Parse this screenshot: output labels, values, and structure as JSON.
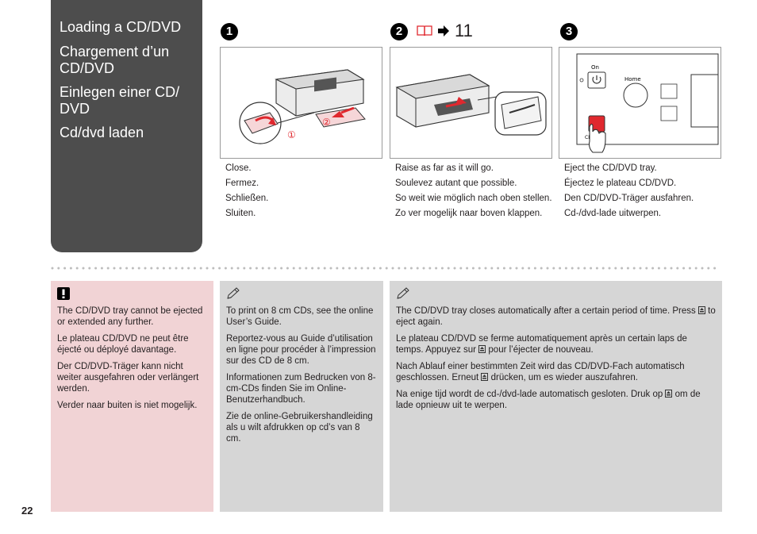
{
  "sidebar": {
    "titles": [
      "Loading a CD/DVD",
      "Chargement d’un CD/DVD",
      "Einlegen einer CD/ DVD",
      "Cd/dvd laden"
    ]
  },
  "steps": [
    {
      "number": "1",
      "captions": [
        "Close.",
        "Fermez.",
        "Schließen.",
        "Sluiten."
      ]
    },
    {
      "number": "2",
      "page_ref": "11",
      "captions": [
        "Raise as far as it will go.",
        "Soulevez autant que possible.",
        "So weit wie möglich nach oben stellen.",
        "Zo ver mogelijk naar boven klappen."
      ]
    },
    {
      "number": "3",
      "captions": [
        "Eject the CD/DVD tray.",
        "Éjectez le plateau CD/DVD.",
        "Den CD/DVD-Träger ausfahren.",
        "Cd-/dvd-lade uitwerpen."
      ]
    }
  ],
  "illustration_labels": {
    "on": "On",
    "home": "Home",
    "tray": "CD Tray",
    "circle_one": "①",
    "circle_two": "②"
  },
  "caution": {
    "icon": "caution-icon",
    "paragraphs": [
      "The CD/DVD tray cannot be ejected or extended any further.",
      "Le plateau CD/DVD ne peut être éjecté ou déployé davantage.",
      "Der CD/DVD-Träger kann nicht weiter ausgefahren oder verlängert werden.",
      "Verder naar buiten is niet mogelijk."
    ]
  },
  "note1": {
    "icon": "note-pencil-icon",
    "paragraphs": [
      "To print on 8 cm CDs, see the online User’s Guide.",
      "Reportez-vous au Guide d’utilisation en ligne pour procéder à l’impression sur des CD de 8 cm.",
      "Informationen zum Bedrucken von 8-cm-CDs finden Sie im Online-Benutzerhandbuch.",
      "Zie de online-Gebruikershandleiding als u wilt afdrukken op cd’s van 8 cm."
    ]
  },
  "note2": {
    "icon": "note-pencil-icon",
    "en_a": "The CD/DVD tray closes automatically after a certain period of time. Press",
    "en_b": "to eject again.",
    "fr_a": "Le plateau CD/DVD se ferme automatiquement après un certain laps de temps. Appuyez sur",
    "fr_b": "pour l’éjecter de nouveau.",
    "de_a": "Nach Ablauf einer bestimmten Zeit wird das CD/DVD-Fach automatisch geschlossen. Erneut",
    "de_b": "drücken, um es wieder auszufahren.",
    "nl_a": "Na enige tijd wordt de cd-/dvd-lade automatisch gesloten. Druk op",
    "nl_b": "om de lade opnieuw uit te werpen."
  },
  "page_number": "22",
  "colors": {
    "sidebar": "#4d4d4d",
    "caution_bg": "#f1d3d5",
    "note_bg": "#d6d6d6",
    "accent_red": "#e0282e"
  }
}
